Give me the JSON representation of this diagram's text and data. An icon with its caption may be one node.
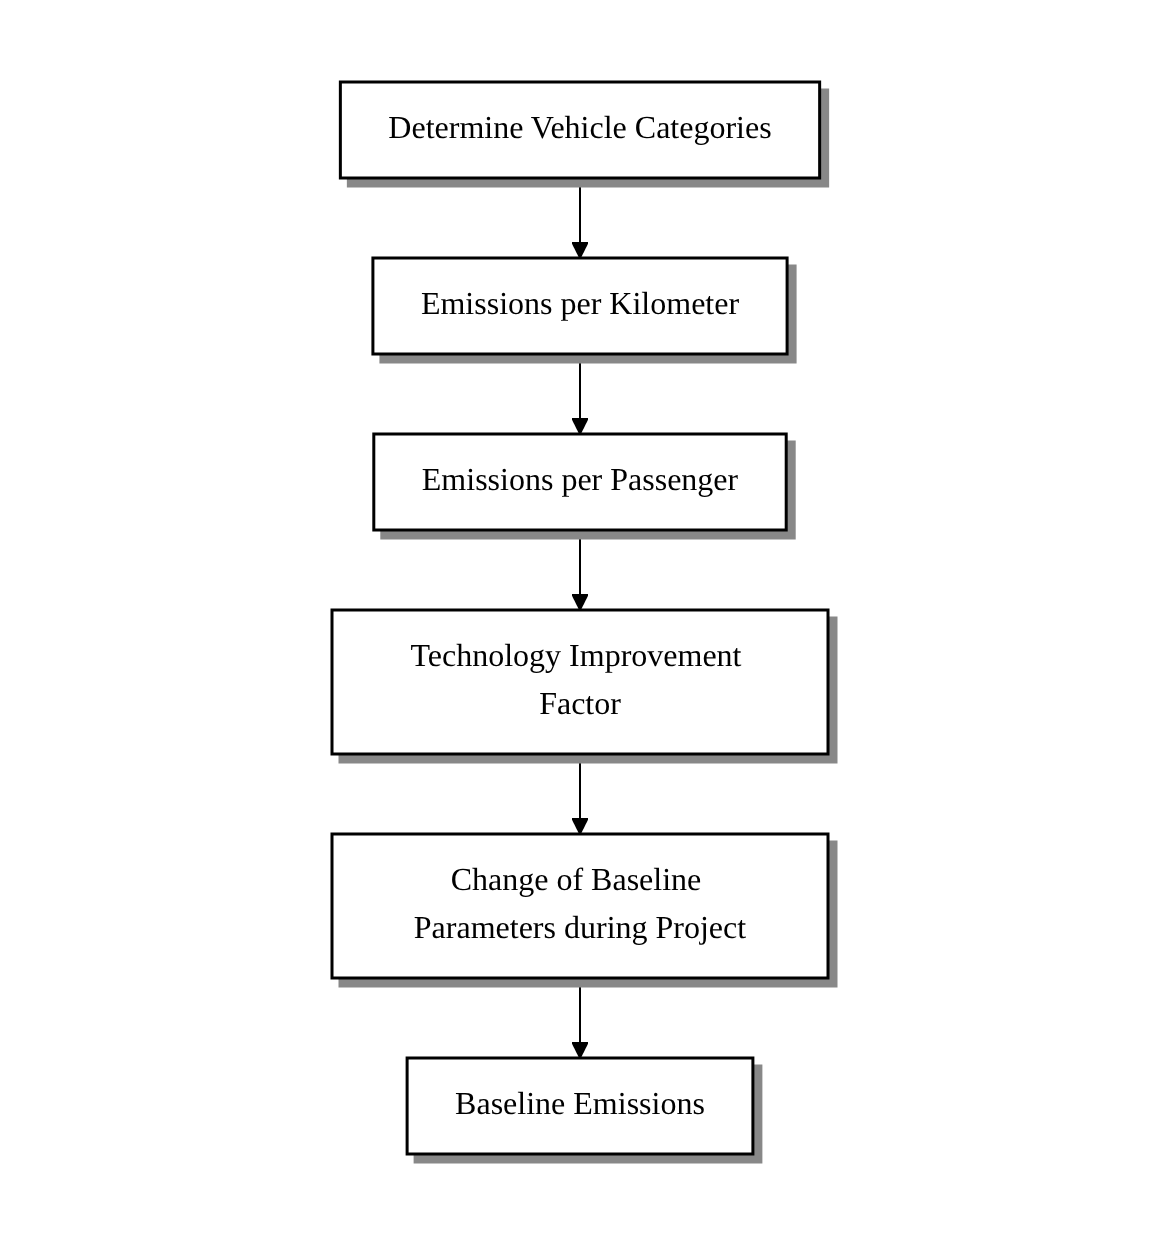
{
  "diagram": {
    "nodes": [
      {
        "text": [
          "Determine Vehicle Categories"
        ]
      },
      {
        "text": [
          "Emissions per Kilometer"
        ]
      },
      {
        "text": [
          "Emissions per Passenger"
        ]
      },
      {
        "text": [
          "Technology Improvement Factor"
        ]
      },
      {
        "text": [
          "Change of Baseline Parameters during Project"
        ]
      },
      {
        "text": [
          "Baseline Emissions"
        ]
      }
    ],
    "edges": [
      {
        "from": 0,
        "to": 1,
        "arrow": "to"
      },
      {
        "from": 1,
        "to": 2,
        "arrow": "to"
      },
      {
        "from": 2,
        "to": 3,
        "arrow": "to"
      },
      {
        "from": 3,
        "to": 4,
        "arrow": "to"
      },
      {
        "from": 4,
        "to": 5,
        "arrow": "to"
      }
    ]
  }
}
